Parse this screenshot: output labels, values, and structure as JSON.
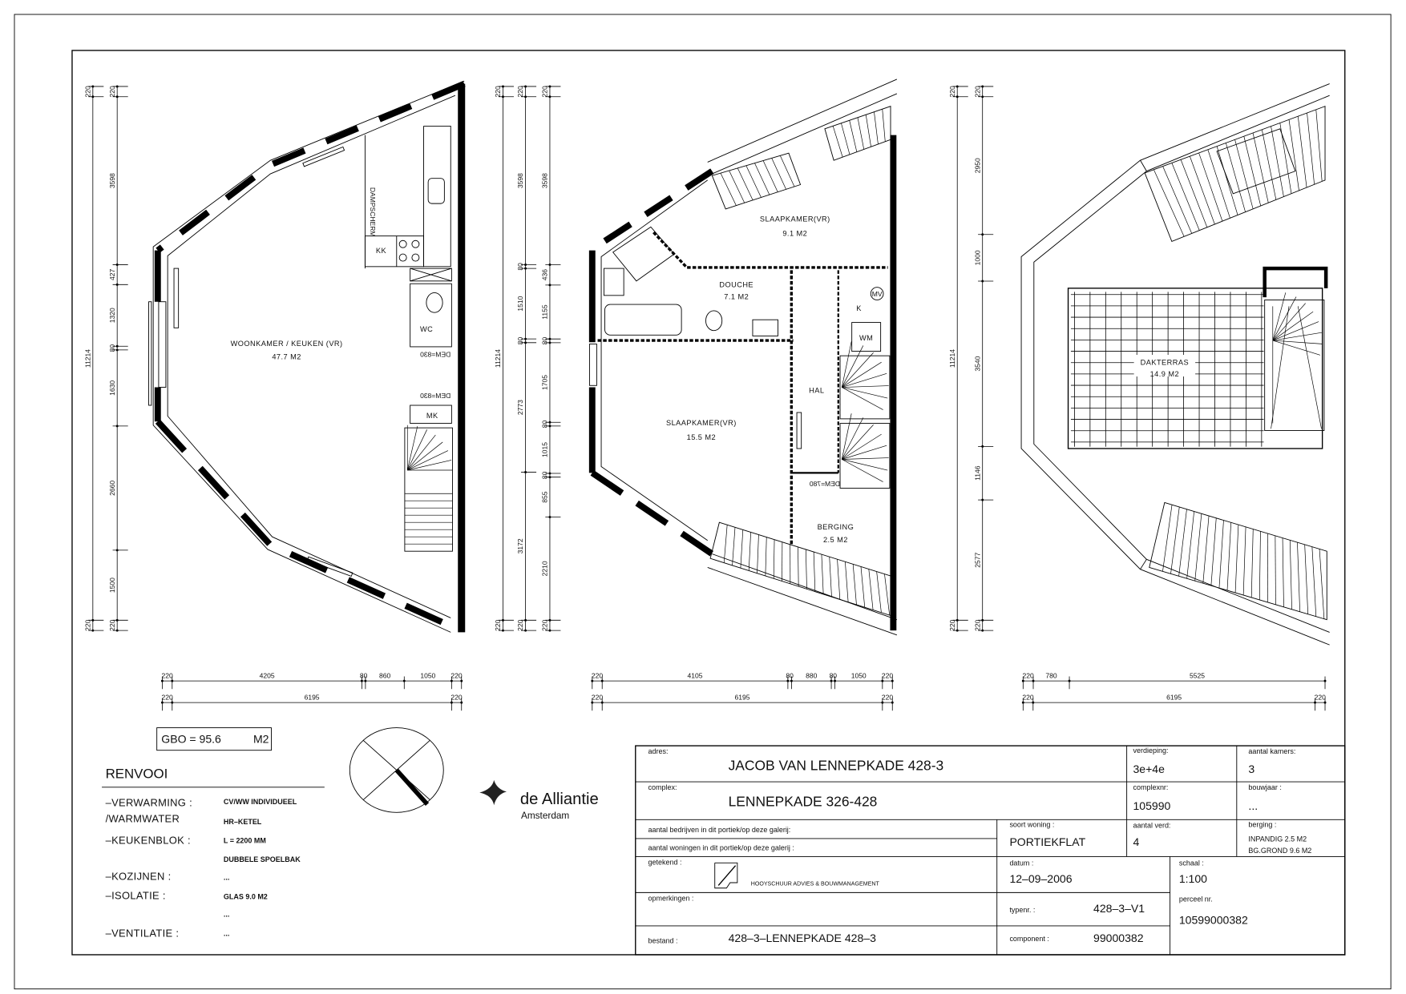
{
  "plans": [
    {
      "rooms": [
        {
          "name": "WOONKAMER / KEUKEN (VR)",
          "area": "47.7 M2"
        }
      ],
      "fixtures": {
        "fridge": "KK",
        "toilet": "WC",
        "meter": "MK",
        "hood": "DAMPSCHERM",
        "door1": "DEM=830",
        "door2": "DEM=830"
      },
      "dims": {
        "vertical": [
          [
            "220",
            "11214",
            "220"
          ],
          [
            "220",
            "3598",
            "427",
            "1320",
            "80",
            "1630",
            "2660",
            "1500",
            "220"
          ]
        ],
        "horizontal": [
          [
            "220",
            "4205",
            "80",
            "860",
            "1050",
            "220"
          ],
          [
            "220",
            "6195",
            "220"
          ]
        ]
      }
    },
    {
      "rooms": [
        {
          "name": "SLAAPKAMER(VR)",
          "area": "9.1 M2"
        },
        {
          "name": "DOUCHE",
          "area": "7.1 M2"
        },
        {
          "name": "SLAAPKAMER(VR)",
          "area": "15.5 M2"
        },
        {
          "name": "HAL",
          "area": ""
        },
        {
          "name": "BERGING",
          "area": "2.5 M2"
        }
      ],
      "fixtures": {
        "k": "K",
        "wm": "WM",
        "mv": "MV",
        "door": "DEM=780"
      },
      "dims": {
        "vertical": [
          [
            "220",
            "11214",
            "220"
          ],
          [
            "220",
            "3598",
            "80",
            "1510",
            "80",
            "2773",
            "3172",
            "220"
          ],
          [
            "220",
            "3598",
            "436",
            "1155",
            "80",
            "1705",
            "80",
            "1015",
            "80",
            "855",
            "2210",
            "220"
          ]
        ],
        "horizontal": [
          [
            "220",
            "4105",
            "80",
            "880",
            "80",
            "1050",
            "220"
          ],
          [
            "220",
            "6195",
            "220"
          ]
        ]
      }
    },
    {
      "rooms": [
        {
          "name": "DAKTERRAS",
          "area": "14.9 M2"
        }
      ],
      "dims": {
        "vertical": [
          [
            "220",
            "11214",
            "220"
          ],
          [
            "220",
            "2950",
            "1000",
            "3540",
            "1146",
            "2577",
            "220"
          ]
        ],
        "horizontal": [
          [
            "220",
            "780",
            "5525"
          ],
          [
            "220",
            "6195",
            "220"
          ]
        ]
      }
    }
  ],
  "gbo": {
    "label": "GBO  =  95.6",
    "unit": "M2"
  },
  "renvooi": {
    "title": "RENVOOI",
    "rows": [
      {
        "label": "–VERWARMING  :",
        "value": "CV/WW INDIVIDUEEL"
      },
      {
        "label": "/WARMWATER",
        "value": "HR–KETEL"
      },
      {
        "label": "–KEUKENBLOK  :",
        "value": "L  =  2200  MM"
      },
      {
        "label": "",
        "value": "DUBBELE  SPOELBAK"
      },
      {
        "label": "–KOZIJNEN      :",
        "value": "..."
      },
      {
        "label": "–ISOLATIE      :",
        "value": "GLAS  9.0  M2"
      },
      {
        "label": "",
        "value": "..."
      },
      {
        "label": "–VENTILATIE  :",
        "value": "..."
      }
    ]
  },
  "logo": {
    "name": "de Alliantie",
    "city": "Amsterdam"
  },
  "title_block": {
    "adres_label": "adres:",
    "adres": "JACOB VAN LENNEPKADE 428-3",
    "verdieping_label": "verdieping:",
    "verdieping": "3e+4e",
    "kamers_label": "aantal kamers:",
    "kamers": "3",
    "complex_label": "complex:",
    "complex": "LENNEPKADE 326-428",
    "complexnr_label": "complexnr:",
    "complexnr": "105990",
    "bouwjaar_label": "bouwjaar  :",
    "bouwjaar": "...",
    "bedrijven_label": "aantal bedrijven in dit portiek/op deze galerij:",
    "woningen_label": "aantal woningen in dit portiek/op deze galerij :",
    "soort_label": "soort woning :",
    "soort": "PORTIEKFLAT",
    "verd_label": "aantal verd:",
    "verd": "4",
    "berging_label": "berging :",
    "berging_1": "INPANDIG  2.5  M2",
    "berging_2": "BG.GROND  9.6  M2",
    "getekend_label": "getekend :",
    "getekend": "HOOYSCHUUR ADVIES & BOUWMANAGEMENT",
    "datum_label": "datum :",
    "datum": "12–09–2006",
    "schaal_label": "schaal :",
    "schaal": "1:100",
    "opmerkingen_label": "opmerkingen :",
    "typenr_label": "typenr.    :",
    "typenr": "428–3–V1",
    "perceel_label": "perceel nr.",
    "perceel": "10599000382",
    "bestand_label": "bestand  :",
    "bestand": "428–3–LENNEPKADE  428–3",
    "component_label": "component  :",
    "component": "99000382"
  }
}
